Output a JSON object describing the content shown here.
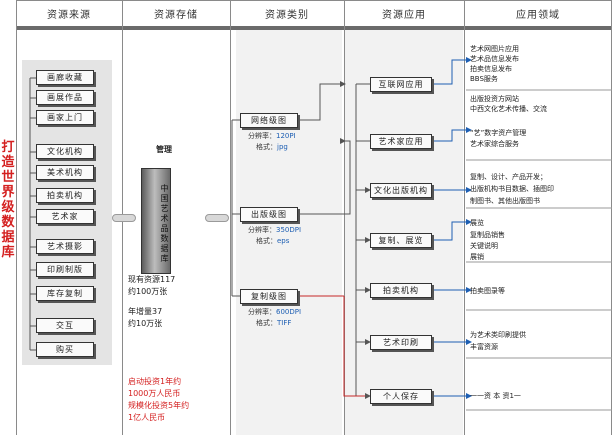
{
  "side_title": "打造世界级数据库",
  "headers": [
    "资源来源",
    "资源存储",
    "资源类别",
    "资源应用",
    "应用领域"
  ],
  "sources": [
    "画廊收藏",
    "画展作品",
    "画家上门",
    "文化机构",
    "美术机构",
    "拍卖机构",
    "艺术家",
    "艺术摄影",
    "印刷制版",
    "库存复制",
    "交互",
    "购买"
  ],
  "storage": {
    "label": "管理",
    "db_label": "中国艺术品数据库",
    "stats": [
      "现有资源117",
      "约100万张",
      "年增量37",
      "约10万张"
    ],
    "investment": [
      "启动投资1年约",
      "1000万人民币",
      "规模化投资5年约",
      "1亿人民币"
    ]
  },
  "categories": [
    {
      "name": "网络级图",
      "res_label": "分辨率：",
      "res": "120PI",
      "fmt_label": "格式：",
      "fmt": "jpg"
    },
    {
      "name": "出版级图",
      "res_label": "分辨率：",
      "res": "350DPI",
      "fmt_label": "格式：",
      "fmt": "eps"
    },
    {
      "name": "复制级图",
      "res_label": "分辨率：",
      "res": "600DPI",
      "fmt_label": "格式：",
      "fmt": "TIFF"
    }
  ],
  "applications": [
    "互联网应用",
    "艺术家应用",
    "文化出版机构",
    "复制、展览",
    "拍卖机构",
    "艺术印刷",
    "个人保存"
  ],
  "fields": [
    [
      "艺术网图片应用",
      "艺术品信息发布",
      "拍卖信息发布",
      "BBS服务",
      "出版投资方网站",
      "中西文化艺术传播、交流"
    ],
    [
      "“艺”数字资产管理",
      "艺术家综合服务"
    ],
    [
      "复制、设计、产品开发；",
      "出版机构书目数据、插图印",
      "制图书、其他出版图书"
    ],
    [
      "展览",
      "复制品销售",
      "关键说明",
      "展销"
    ],
    [
      "拍卖图录等"
    ],
    [
      "为艺术类印刷提供",
      "丰富资源"
    ],
    [
      "一一资  本  资1一"
    ]
  ]
}
